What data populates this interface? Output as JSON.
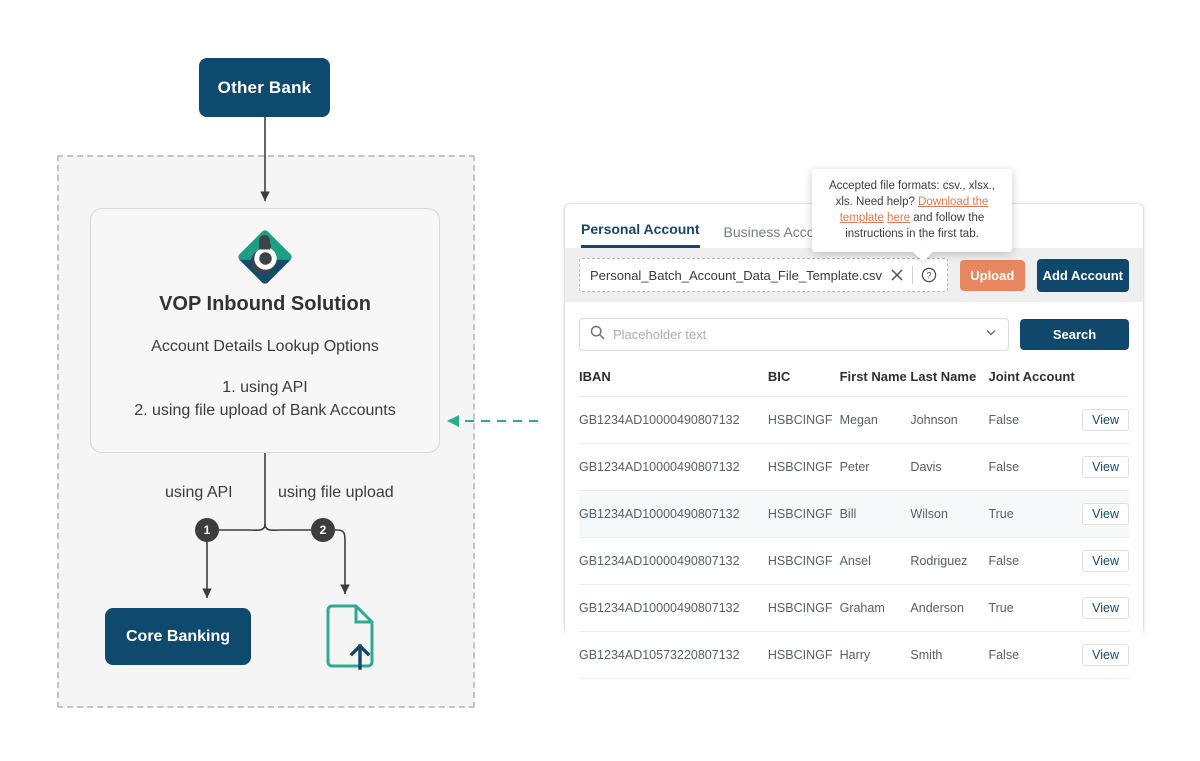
{
  "diagram": {
    "other_bank_label": "Other Bank",
    "core_banking_label": "Core Banking",
    "vop": {
      "title": "VOP Inbound Solution",
      "subtitle": "Account Details Lookup Options",
      "option_1": "1. using API",
      "option_2": "2. using file upload of Bank Accounts",
      "logo_icon": "b-diamond-logo-icon"
    },
    "branch_labels": {
      "api": "using API",
      "upload": "using file upload"
    },
    "step_badges": [
      "1",
      "2"
    ],
    "upload_file_icon": "file-upload-icon",
    "flow_arrow_icon": "dashed-arrow-left-icon"
  },
  "panel": {
    "tabs": [
      {
        "label": "Personal Account",
        "active": true
      },
      {
        "label": "Business Account",
        "active": false
      }
    ],
    "upload_bar": {
      "file_name": "Personal_Batch_Account_Data_File_Template.csv",
      "clear_icon": "close-icon",
      "help_icon": "question-circle-icon",
      "upload_label": "Upload",
      "add_account_label": "Add Account"
    },
    "tooltip": {
      "line1": "Accepted file formats: csv., xlsx., xls.",
      "need_help": "Need help?",
      "link1": "Download the template",
      "link2": "here",
      "tail": "and follow the instructions in the first tab."
    },
    "search": {
      "placeholder": "Placeholder text",
      "value": "",
      "search_icon": "search-icon",
      "chevron_icon": "chevron-down-icon",
      "search_label": "Search"
    },
    "table": {
      "columns": [
        "IBAN",
        "BIC",
        "First Name",
        "Last Name",
        "Joint Account",
        ""
      ],
      "action_label": "View",
      "rows": [
        {
          "iban": "GB1234AD10000490807132",
          "bic": "HSBCINGF",
          "first": "Megan",
          "last": "Johnson",
          "joint": "False",
          "highlight": false
        },
        {
          "iban": "GB1234AD10000490807132",
          "bic": "HSBCINGF",
          "first": "Peter",
          "last": "Davis",
          "joint": "False",
          "highlight": false
        },
        {
          "iban": "GB1234AD10000490807132",
          "bic": "HSBCINGF",
          "first": "Bill",
          "last": "Wilson",
          "joint": "True",
          "highlight": true
        },
        {
          "iban": "GB1234AD10000490807132",
          "bic": "HSBCINGF",
          "first": "Ansel",
          "last": "Rodriguez",
          "joint": "False",
          "highlight": false
        },
        {
          "iban": "GB1234AD10000490807132",
          "bic": "HSBCINGF",
          "first": "Graham",
          "last": "Anderson",
          "joint": "True",
          "highlight": false
        },
        {
          "iban": "GB1234AD10573220807132",
          "bic": "HSBCINGF",
          "first": "Harry",
          "last": "Smith",
          "joint": "False",
          "highlight": false
        }
      ]
    }
  },
  "colors": {
    "navy": "#10486c",
    "coral": "#e8865f",
    "teal": "#2eab8e",
    "dark": "#3d3d3d",
    "panel_band": "#efefef"
  }
}
